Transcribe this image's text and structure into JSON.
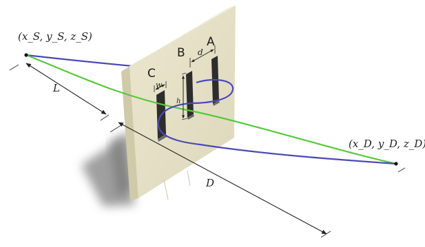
{
  "labels": {
    "source": "(x_S, y_S, z_S)",
    "detector": "(x_D, y_D, z_D)",
    "slit_a": "A",
    "slit_b": "B",
    "slit_c": "C",
    "dist_source_screen": "L",
    "dist_source_detector": "D",
    "slit_separation": "d",
    "slit_width": "w",
    "slit_height": "h"
  },
  "colors": {
    "screen_face": "#e4e0c6",
    "screen_side": "#cfcaa9",
    "screen_top": "#efecd8",
    "shadow": "#9a9a9a",
    "path_green": "#55c93a",
    "path_blue": "#4b48b8",
    "ink": "#222222"
  }
}
